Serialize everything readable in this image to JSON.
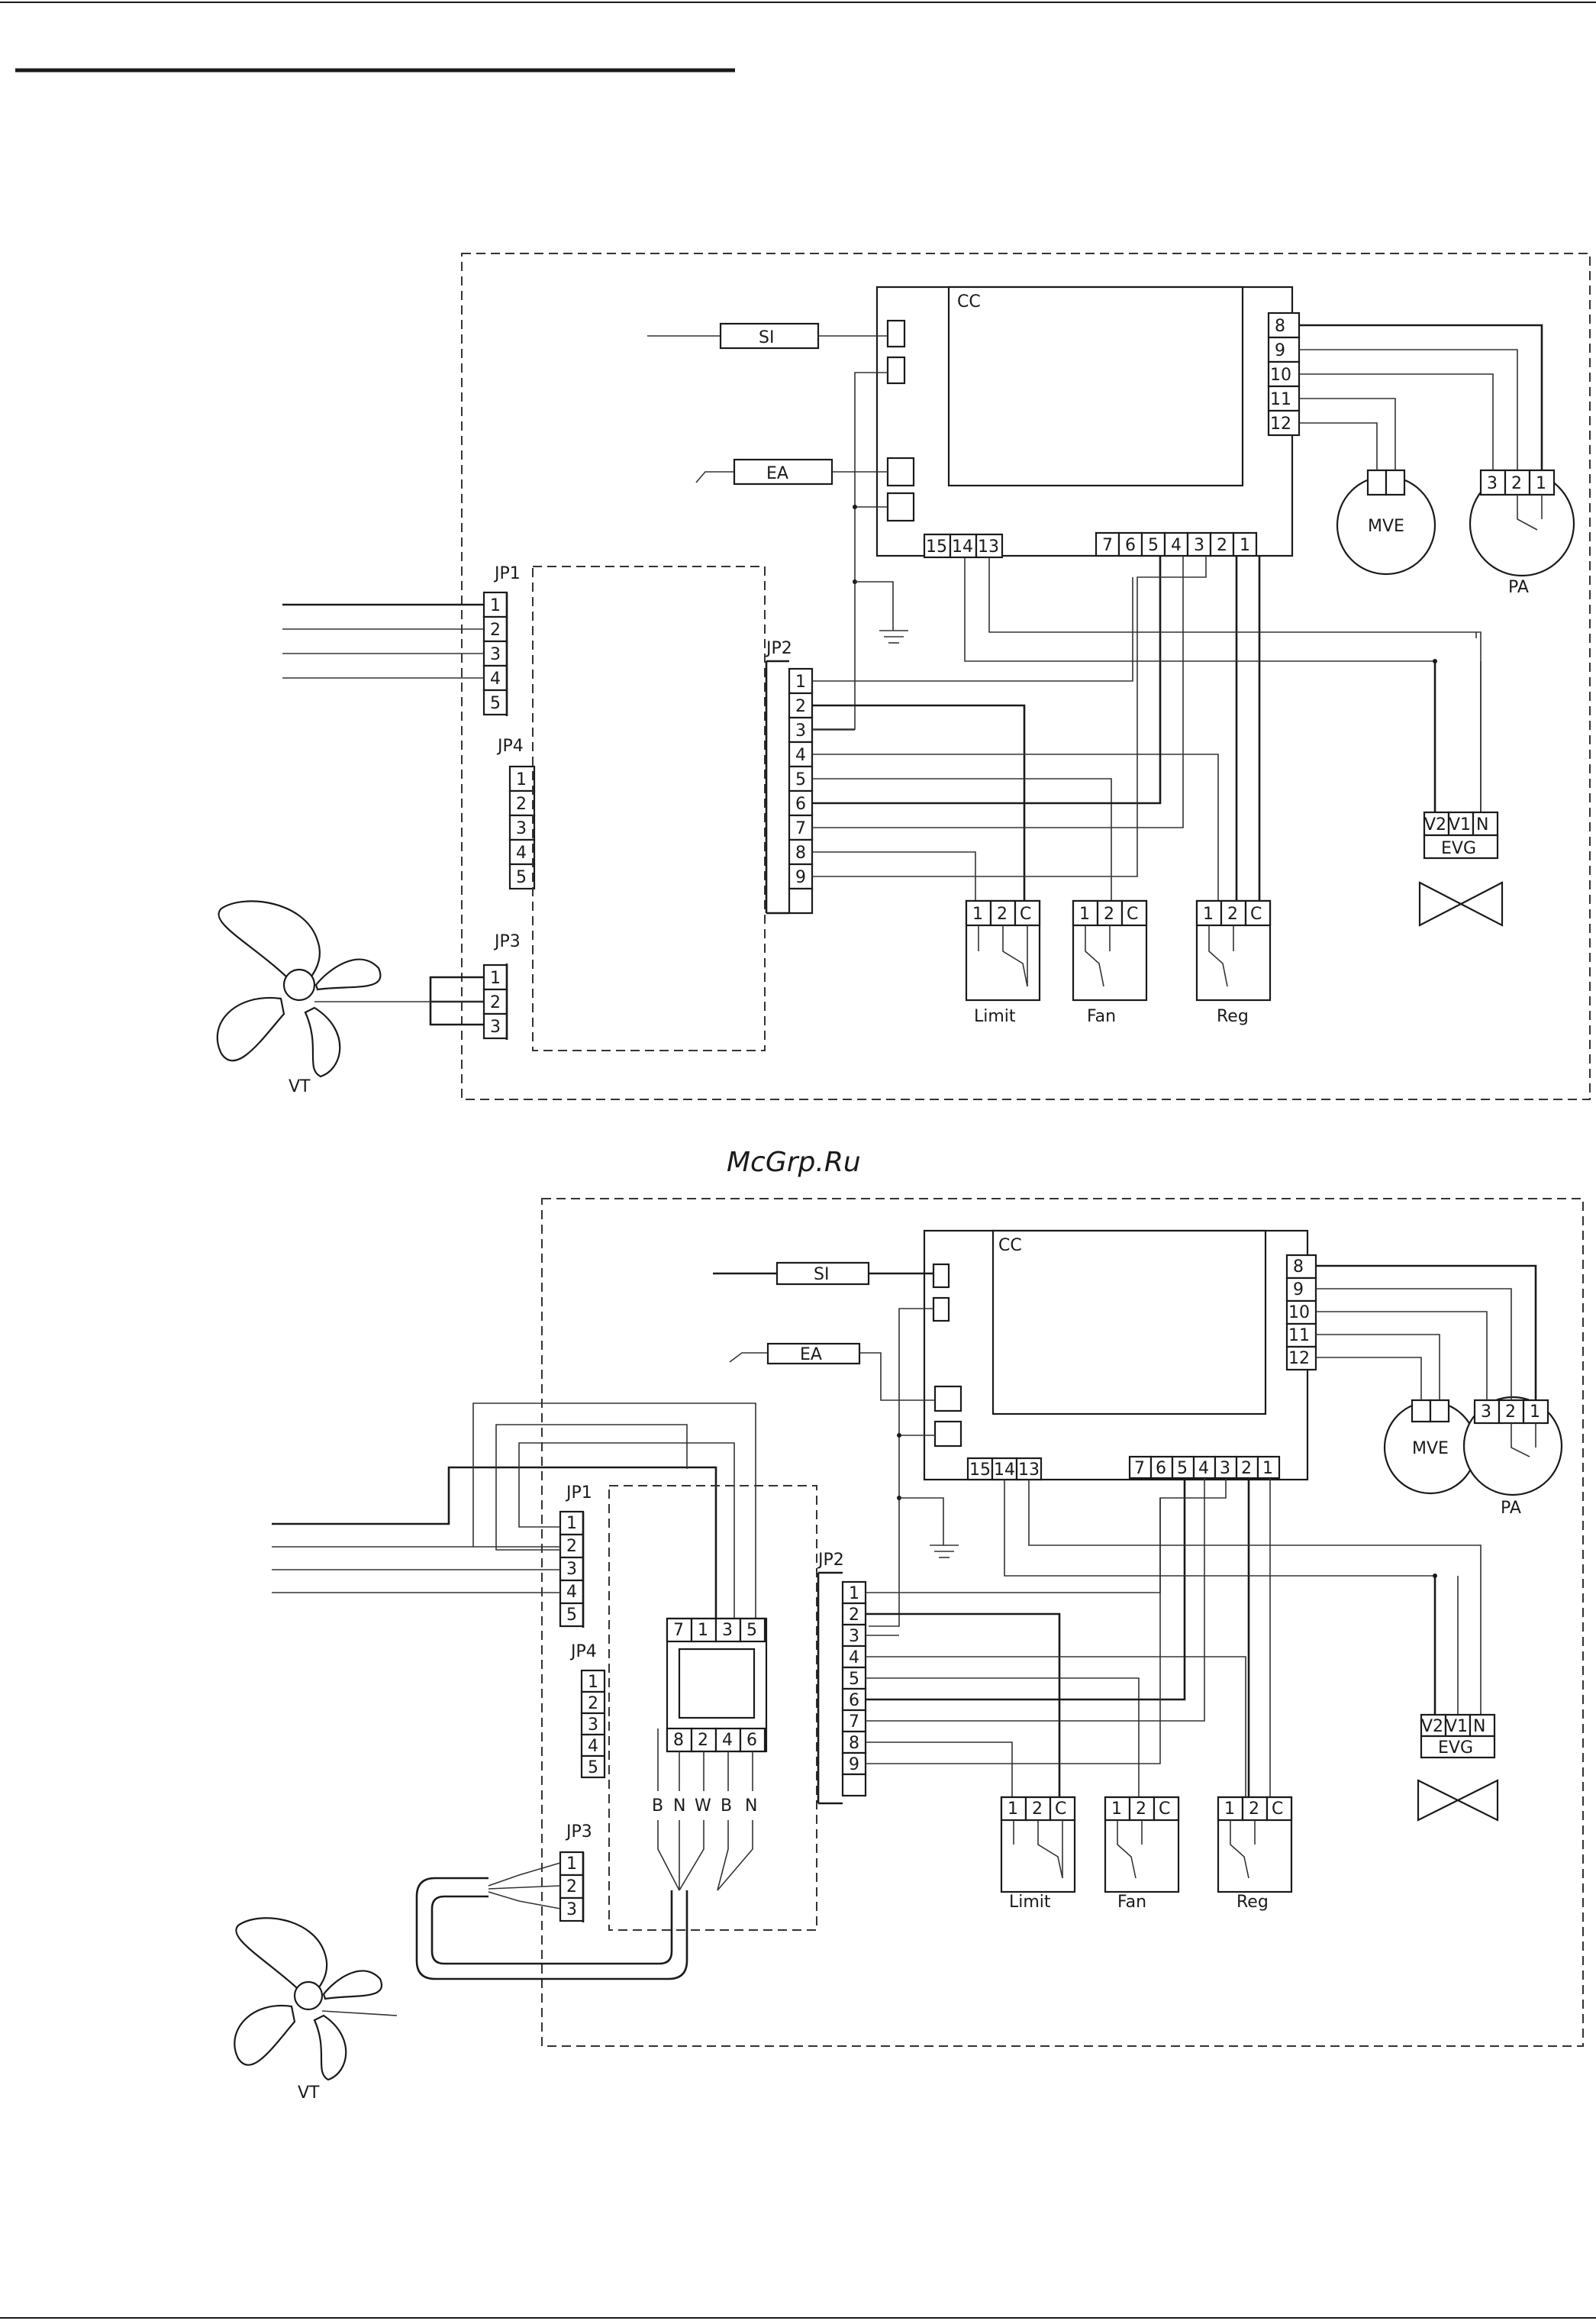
{
  "watermark": "McGrp.Ru",
  "colors": {
    "line": "#1a1a1a",
    "watermark": "#c0392b"
  },
  "diagram1": {
    "cc": "CC",
    "si": "SI",
    "ea": "EA",
    "mve": "MVE",
    "pa": "PA",
    "evg": "EVG",
    "evg_pins": [
      "V2",
      "V1",
      "N"
    ],
    "jp1": "JP1",
    "jp2": "JP2",
    "jp3": "JP3",
    "jp4": "JP4",
    "vt": "VT",
    "cc_right_pins": [
      "8",
      "9",
      "10",
      "11",
      "12"
    ],
    "cc_bottom_left_pins": [
      "15",
      "14",
      "13"
    ],
    "cc_bottom_right_pins": [
      "7",
      "6",
      "5",
      "4",
      "3",
      "2",
      "1"
    ],
    "pa_pins": [
      "3",
      "2",
      "1"
    ],
    "jp1_pins": [
      "1",
      "2",
      "3",
      "4",
      "5"
    ],
    "jp4_pins": [
      "1",
      "2",
      "3",
      "4",
      "5"
    ],
    "jp3_pins": [
      "1",
      "2",
      "3"
    ],
    "jp2_pins": [
      "1",
      "2",
      "3",
      "4",
      "5",
      "6",
      "7",
      "8",
      "9"
    ],
    "switch_pins": [
      "1",
      "2",
      "C"
    ],
    "switches": [
      "Limit",
      "Fan",
      "Reg"
    ]
  },
  "diagram2": {
    "cc": "CC",
    "si": "SI",
    "ea": "EA",
    "mve": "MVE",
    "pa": "PA",
    "evg": "EVG",
    "evg_pins": [
      "V2",
      "V1",
      "N"
    ],
    "jp1": "JP1",
    "jp2": "JP2",
    "jp3": "JP3",
    "jp4": "JP4",
    "vt": "VT",
    "cc_right_pins": [
      "8",
      "9",
      "10",
      "11",
      "12"
    ],
    "cc_bottom_left_pins": [
      "15",
      "14",
      "13"
    ],
    "cc_bottom_right_pins": [
      "7",
      "6",
      "5",
      "4",
      "3",
      "2",
      "1"
    ],
    "pa_pins": [
      "3",
      "2",
      "1"
    ],
    "jp1_pins": [
      "1",
      "2",
      "3",
      "4",
      "5"
    ],
    "jp4_pins": [
      "1",
      "2",
      "3",
      "4",
      "5"
    ],
    "jp3_pins": [
      "1",
      "2",
      "3"
    ],
    "jp2_pins": [
      "1",
      "2",
      "3",
      "4",
      "5",
      "6",
      "7",
      "8",
      "9"
    ],
    "switch_pins": [
      "1",
      "2",
      "C"
    ],
    "switches": [
      "Limit",
      "Fan",
      "Reg"
    ],
    "relay_top_pins": [
      "7",
      "1",
      "3",
      "5"
    ],
    "relay_bottom_pins": [
      "8",
      "2",
      "4",
      "6"
    ],
    "relay_wire_labels": [
      "B",
      "N",
      "W",
      "B",
      "N"
    ]
  }
}
